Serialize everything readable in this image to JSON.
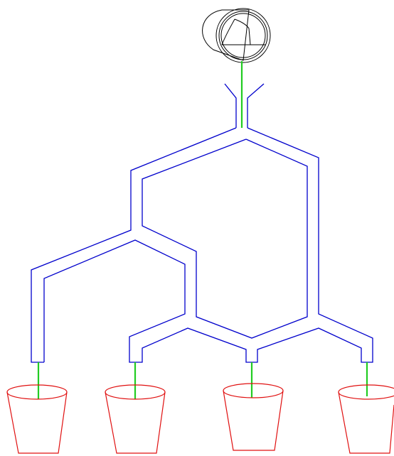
{
  "colors": {
    "pipe": "#0000cc",
    "water": "#22cc22",
    "bucket": "#e01010",
    "tank": "#000000",
    "background": "#ffffff"
  },
  "diagram": {
    "subject": "water-tank-distribution",
    "buckets": [
      {
        "id": "bucket-1"
      },
      {
        "id": "bucket-2"
      },
      {
        "id": "bucket-3"
      },
      {
        "id": "bucket-4"
      }
    ]
  }
}
